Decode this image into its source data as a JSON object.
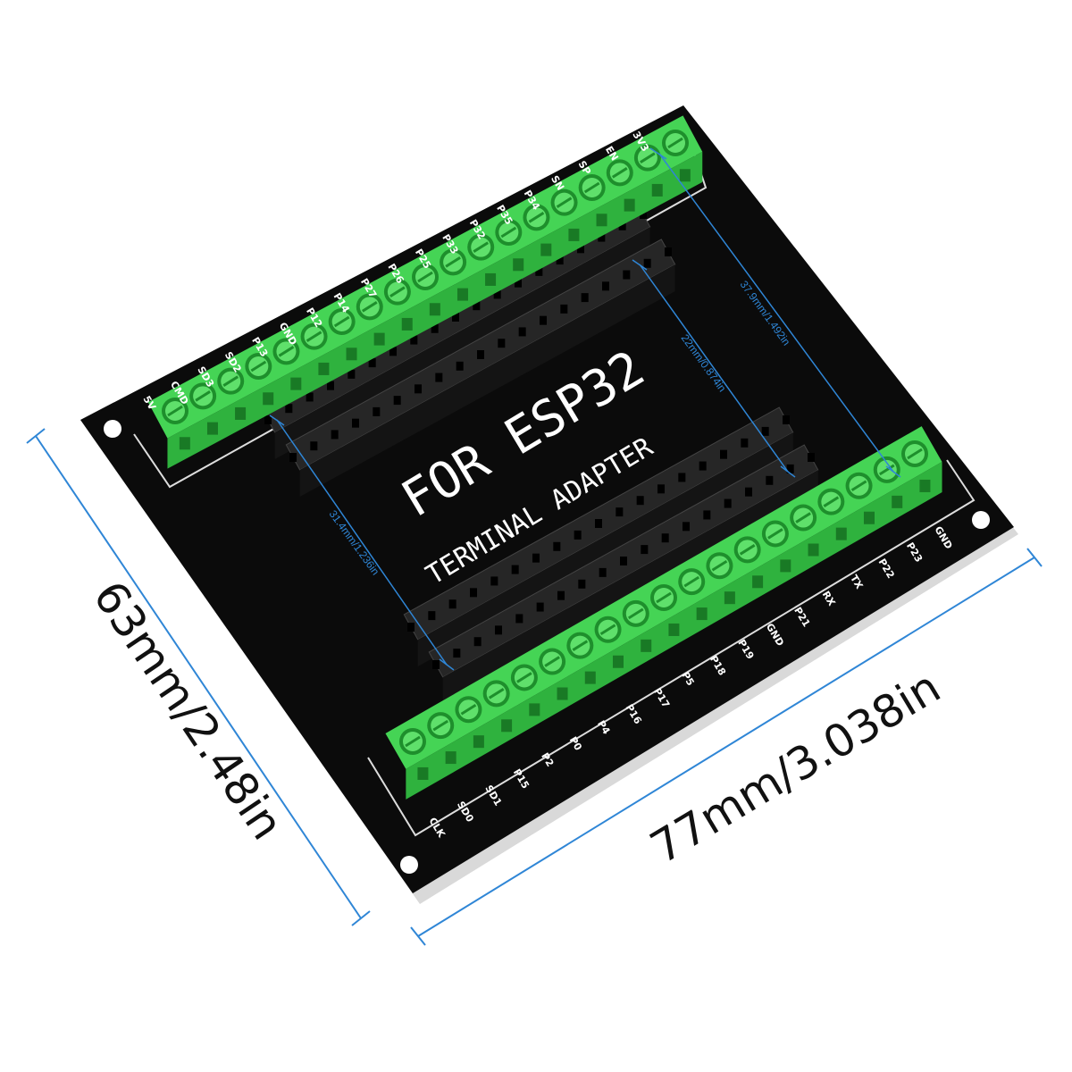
{
  "board": {
    "title_line1": "FOR ESP32",
    "title_line2": "TERMINAL ADAPTER",
    "colors": {
      "pcb": "#0b0b0b",
      "terminal_green": "#3fcf4f",
      "terminal_dark": "#1f9a2d",
      "header_black": "#1a1a1a",
      "dimension_blue": "#2f86d6"
    },
    "bottom_pins": [
      "CLK",
      "SD0",
      "SD1",
      "P15",
      "P2",
      "P0",
      "P4",
      "P16",
      "P17",
      "P5",
      "P18",
      "P19",
      "GND",
      "P21",
      "RX",
      "TX",
      "P22",
      "P23",
      "GND"
    ],
    "top_pins": [
      "5V",
      "CMD",
      "SD3",
      "SD2",
      "P13",
      "GND",
      "P12",
      "P14",
      "P27",
      "P26",
      "P25",
      "P33",
      "P32",
      "P35",
      "P34",
      "SN",
      "SP",
      "EN",
      "3V3"
    ]
  },
  "dimensions": {
    "height": "63mm/2.48in",
    "width": "77mm/3.038in",
    "inner_span": "37.9mm/1.492in",
    "header_gap": "22mm/0.874in",
    "header_length": "31.4mm/1.236in"
  }
}
